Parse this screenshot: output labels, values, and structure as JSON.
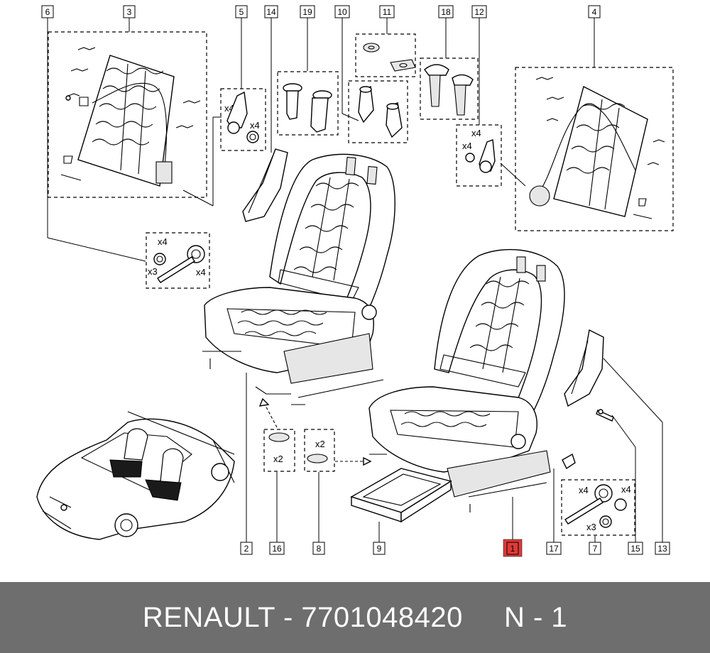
{
  "labels": {
    "l1": "1",
    "l2": "2",
    "l3": "3",
    "l4": "4",
    "l5": "5",
    "l6": "6",
    "l7": "7",
    "l8": "8",
    "l9": "9",
    "l10": "10",
    "l11": "11",
    "l12": "12",
    "l13": "13",
    "l14": "14",
    "l15": "15",
    "l16": "16",
    "l17": "17",
    "l18": "18",
    "l19": "19"
  },
  "highlight_color": "#e03a3a",
  "quantities": {
    "q5a": "x4",
    "q5b": "x4",
    "q6a": "x4",
    "q6b": "x3",
    "q6c": "x4",
    "q12a": "x4",
    "q12b": "x4",
    "q7a": "x4",
    "q7b": "x4",
    "q7c": "x3",
    "q16": "x2",
    "q8": "x2"
  },
  "footer": {
    "text": "RENAULT - 7701048420     N - 1"
  }
}
